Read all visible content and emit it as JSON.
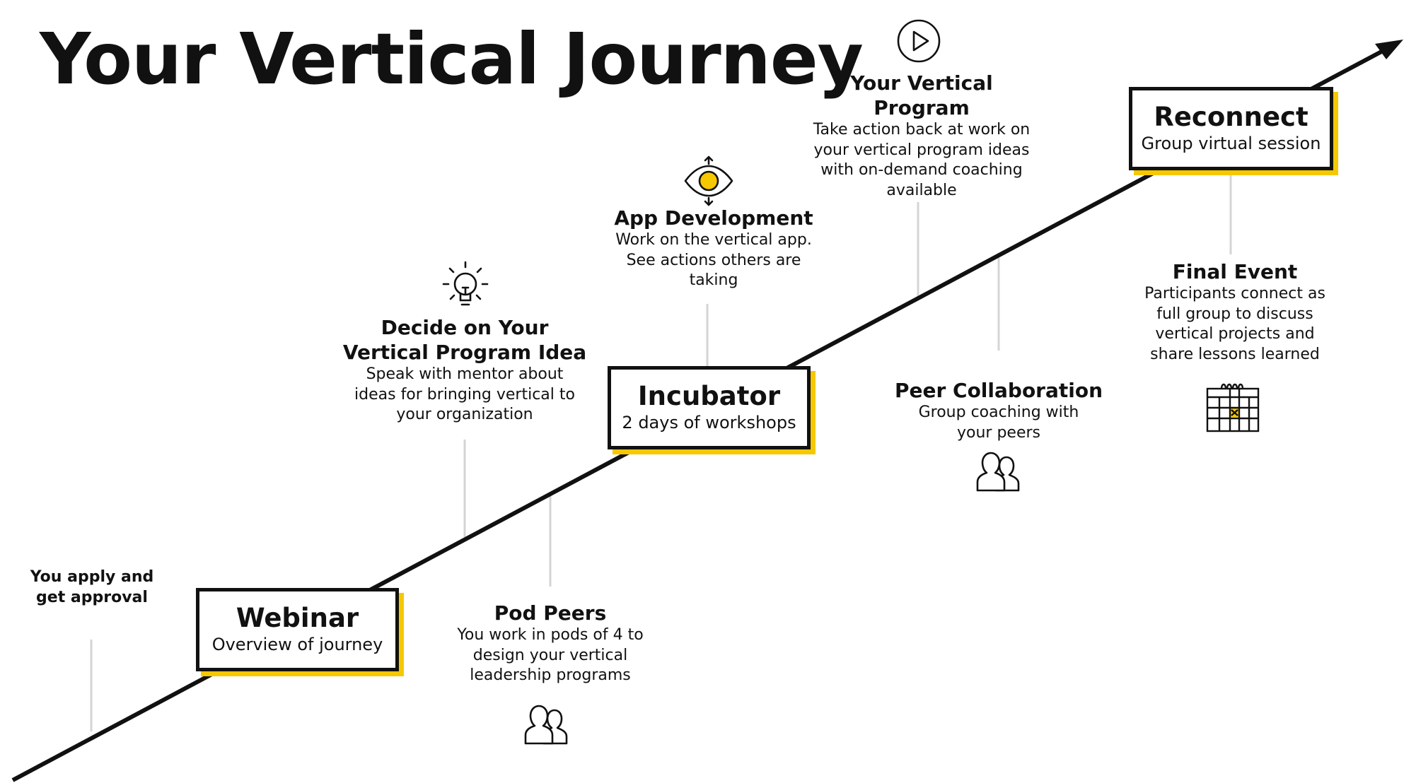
{
  "title": "Your Vertical Journey",
  "colors": {
    "accent": "#f5c800",
    "line": "#111111",
    "connector": "#d4d4d4"
  },
  "apply": {
    "line1": "You apply and",
    "line2": "get approval"
  },
  "boxes": [
    {
      "title": "Webinar",
      "subtitle": "Overview of journey"
    },
    {
      "title": "Incubator",
      "subtitle": "2 days of workshops"
    },
    {
      "title": "Reconnect",
      "subtitle": "Group virtual session"
    }
  ],
  "steps": [
    {
      "title_lines": [
        "Decide on Your",
        "Vertical Program Idea"
      ],
      "desc_lines": [
        "Speak with mentor about",
        "ideas for bringing vertical to",
        "your organization"
      ],
      "icon": "lightbulb-icon"
    },
    {
      "title_lines": [
        "Pod Peers"
      ],
      "desc_lines": [
        "You work in pods of 4 to",
        "design your vertical",
        "leadership programs"
      ],
      "icon": "people-icon"
    },
    {
      "title_lines": [
        "App Development"
      ],
      "desc_lines": [
        "Work on the vertical app.",
        "See actions others are",
        "taking"
      ],
      "icon": "eye-icon"
    },
    {
      "title_lines": [
        "Your Vertical",
        "Program"
      ],
      "desc_lines": [
        "Take action back at work on",
        "your vertical program ideas",
        "with on-demand coaching",
        "available"
      ],
      "icon": "play-icon"
    },
    {
      "title_lines": [
        "Peer Collaboration"
      ],
      "desc_lines": [
        "Group coaching with",
        "your peers"
      ],
      "icon": "people-icon"
    },
    {
      "title_lines": [
        "Final Event"
      ],
      "desc_lines": [
        "Participants connect as",
        "full group to discuss",
        "vertical projects and",
        "share lessons learned"
      ],
      "icon": "calendar-icon"
    }
  ]
}
